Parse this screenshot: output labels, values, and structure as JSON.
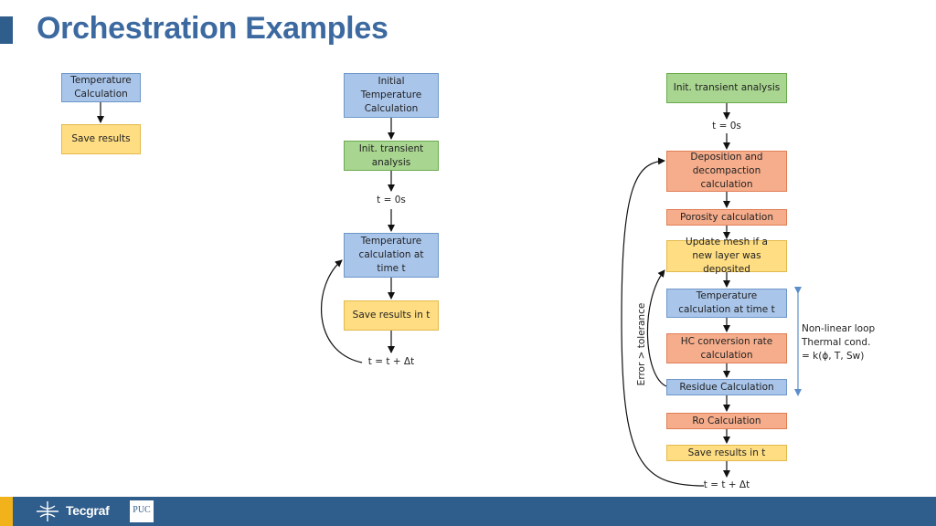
{
  "slide": {
    "title": "Orchestration Examples"
  },
  "diagram1": {
    "temperature_calculation": "Temperature Calculation",
    "save_results": "Save results"
  },
  "diagram2": {
    "initial_temperature_calculation": "Initial Temperature Calculation",
    "init_transient_analysis": "Init. transient analysis",
    "t_zero": "t = 0s",
    "temperature_calculation_time_t": "Temperature calculation at time t",
    "save_results_in_t": "Save results in t",
    "t_increment": "t = t + Δt"
  },
  "diagram3": {
    "init_transient_analysis": "Init. transient analysis",
    "t_zero": "t = 0s",
    "deposition_decompaction": "Deposition and decompaction calculation",
    "porosity_calculation": "Porosity calculation",
    "update_mesh": "Update mesh if a new layer was deposited",
    "temperature_calculation_time_t": "Temperature calculation at time t",
    "hc_conversion_rate": "HC conversion rate calculation",
    "residue_calculation": "Residue Calculation",
    "ro_calculation": "Ro Calculation",
    "save_results_in_t": "Save results in t",
    "t_increment": "t = t + Δt",
    "error_tolerance": "Error > tolerance",
    "nonlinear_note_line1": "Non-linear loop",
    "nonlinear_note_line2": "Thermal cond.",
    "nonlinear_note_line3": "= k(ϕ, T, Sw)"
  },
  "footer": {
    "logo_text": "Tecgraf",
    "puc_text": "PUC"
  },
  "colors": {
    "title": "#3c6aa0",
    "footer": "#2f5d8c",
    "footer_accent": "#f2b21c",
    "blue_box": "#a9c5ea",
    "yellow_box": "#fedd83",
    "green_box": "#a8d590",
    "orange_box": "#f6ad8c",
    "loop_arrow": "#5b8ec9"
  }
}
